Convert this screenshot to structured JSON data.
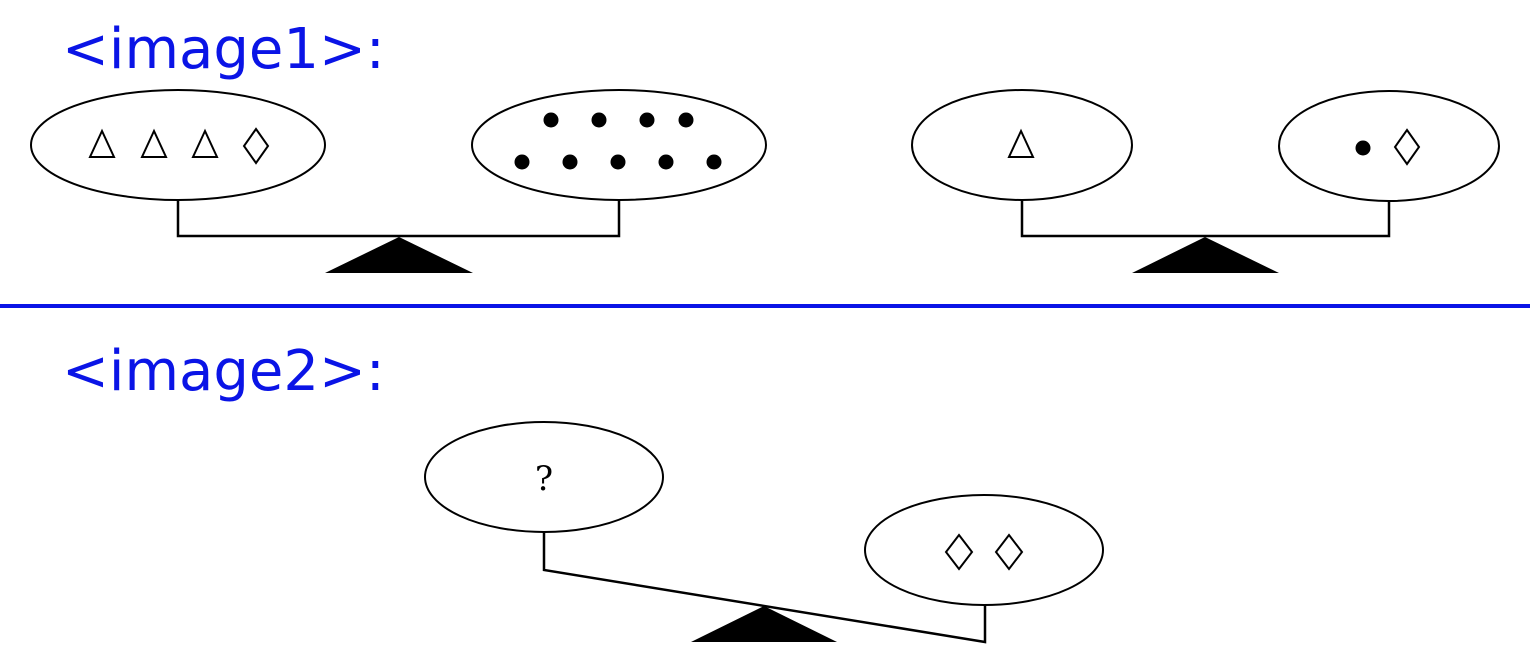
{
  "sections": [
    {
      "label": "<image1>:"
    },
    {
      "label": "<image2>:"
    }
  ],
  "colors": {
    "label": "#0a14e6",
    "divider": "#0a14e6",
    "ink": "#000000"
  },
  "scales": {
    "image1_left": {
      "left_pan": [
        "triangle",
        "triangle",
        "triangle",
        "diamond"
      ],
      "right_pan": [
        "circle",
        "circle",
        "circle",
        "circle",
        "circle",
        "circle",
        "circle",
        "circle",
        "circle"
      ],
      "state": "balanced"
    },
    "image1_right": {
      "left_pan": [
        "triangle"
      ],
      "right_pan": [
        "circle",
        "diamond"
      ],
      "state": "balanced"
    },
    "image2": {
      "left_pan": [
        "question"
      ],
      "right_pan": [
        "diamond",
        "diamond"
      ],
      "state": "tilted-right-down",
      "question_text": "?"
    }
  }
}
